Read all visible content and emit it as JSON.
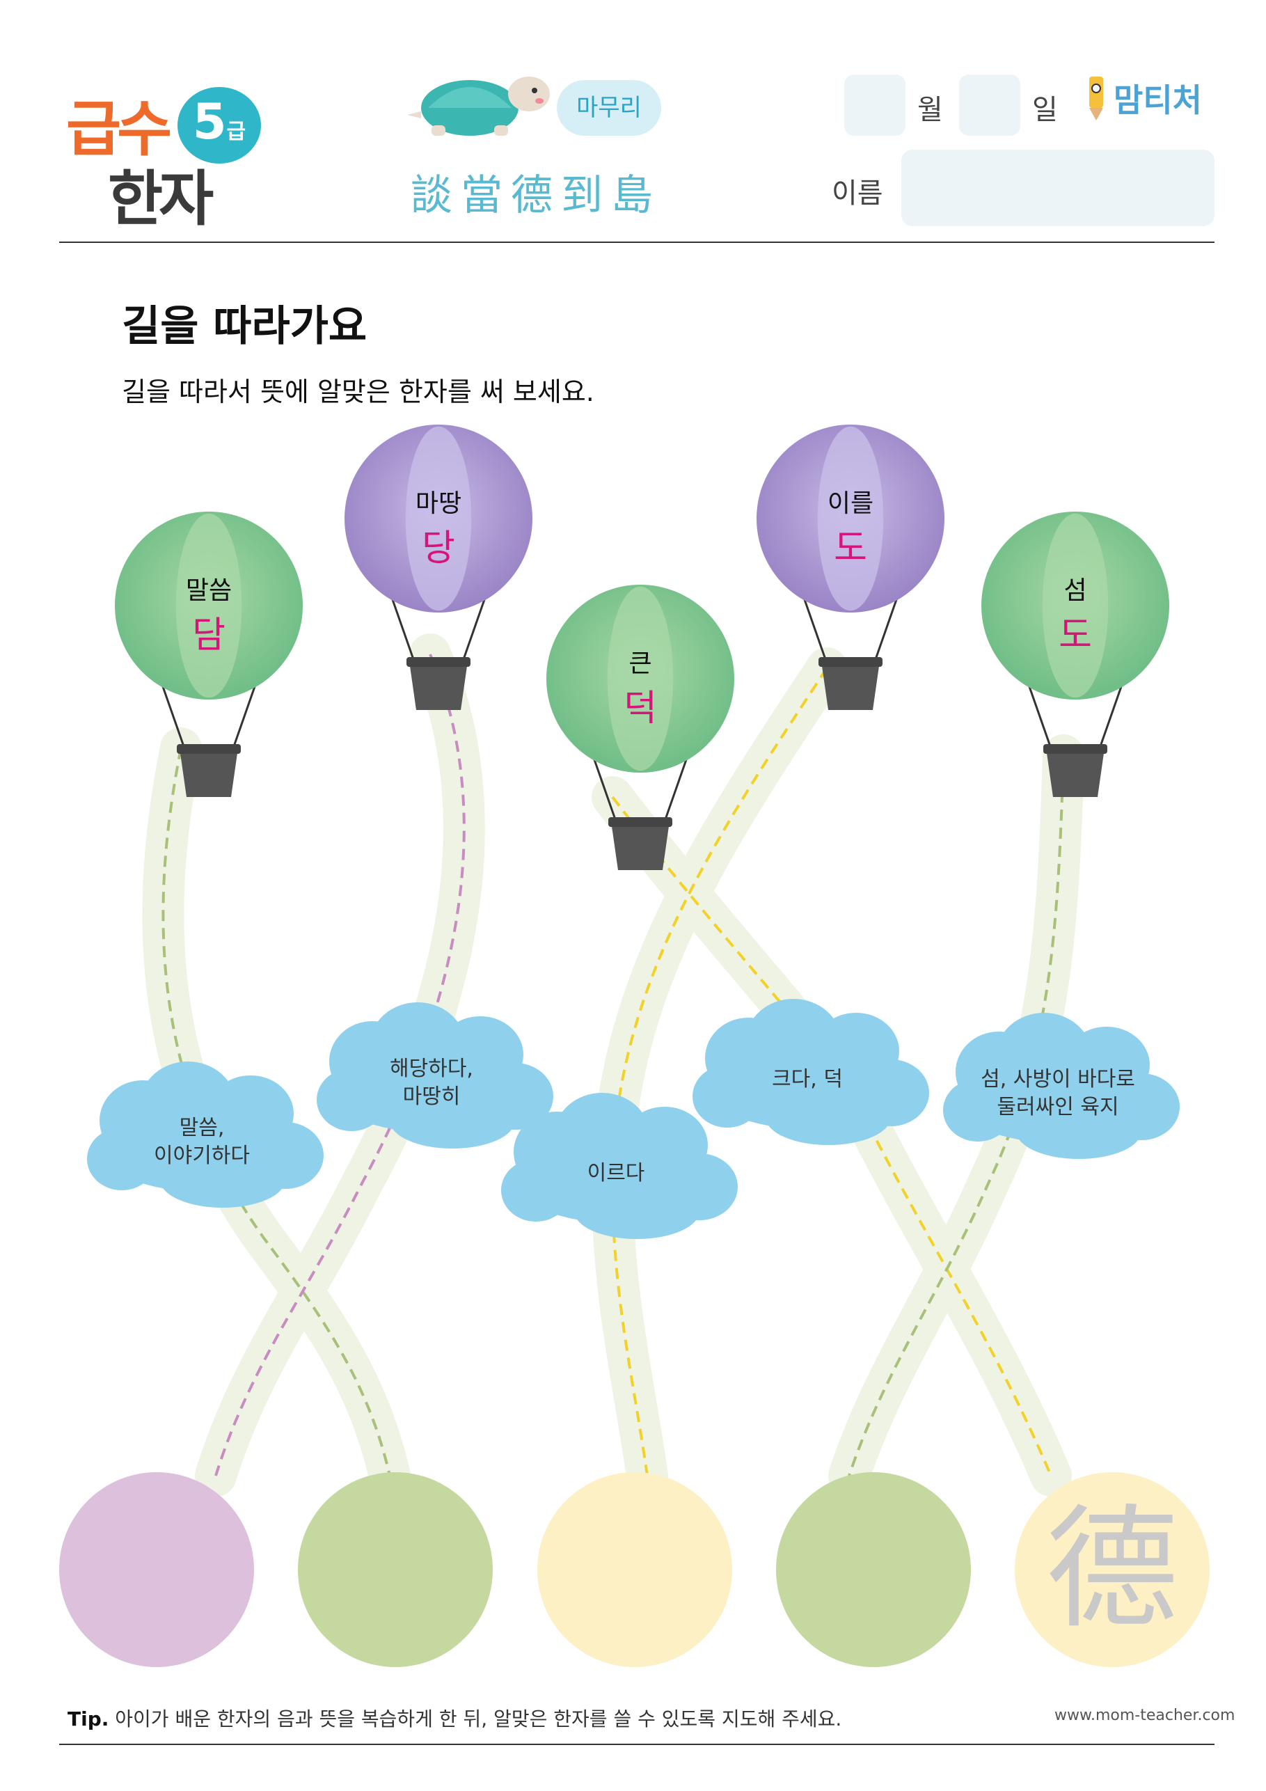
{
  "header": {
    "logo_line1": "급수",
    "logo_line2": "한자",
    "logo_level": "5",
    "logo_level_suffix": "급",
    "stage_label": "마무리",
    "hanja_title": "談當德到島",
    "month_label": "월",
    "day_label": "일",
    "name_label": "이름",
    "brand": "맘티처"
  },
  "instructions": {
    "title": "길을 따라가요",
    "subtitle": "길을 따라서 뜻에 알맞은 한자를 써 보세요."
  },
  "balloons": [
    {
      "word": "말씀",
      "sound": "담",
      "color": "green"
    },
    {
      "word": "마땅",
      "sound": "당",
      "color": "purple"
    },
    {
      "word": "큰",
      "sound": "덕",
      "color": "green"
    },
    {
      "word": "이를",
      "sound": "도",
      "color": "purple"
    },
    {
      "word": "섬",
      "sound": "도",
      "color": "green"
    }
  ],
  "clouds": [
    {
      "lines": [
        "말씀,",
        "이야기하다"
      ]
    },
    {
      "lines": [
        "해당하다,",
        "마땅히"
      ]
    },
    {
      "lines": [
        "이르다"
      ]
    },
    {
      "lines": [
        "크다, 덕"
      ]
    },
    {
      "lines": [
        "섬, 사방이 바다로",
        "둘러싸인 육지"
      ]
    }
  ],
  "answer_circles": [
    {
      "color": "#dcc0dc",
      "answer": ""
    },
    {
      "color": "#c5d89f",
      "answer": ""
    },
    {
      "color": "#fdf0c4",
      "answer": ""
    },
    {
      "color": "#c5d89f",
      "answer": ""
    },
    {
      "color": "#fdf0c4",
      "answer": "德"
    }
  ],
  "colors": {
    "road": "#eef3e4",
    "dash_green": "#a8c07a",
    "dash_purple": "#c88dc0",
    "dash_yellow": "#f2d22a",
    "balloon_green": "#7cc48f",
    "balloon_purple": "#a58ccb",
    "cloud": "#8fd0ec",
    "hint_glyph": "#c9c9c9"
  },
  "footer": {
    "tip_label": "Tip.",
    "tip_text": " 아이가 배운 한자의 음과 뜻을 복습하게 한 뒤, 알맞은 한자를 쓸 수 있도록 지도해 주세요.",
    "site": "www.mom-teacher.com"
  }
}
